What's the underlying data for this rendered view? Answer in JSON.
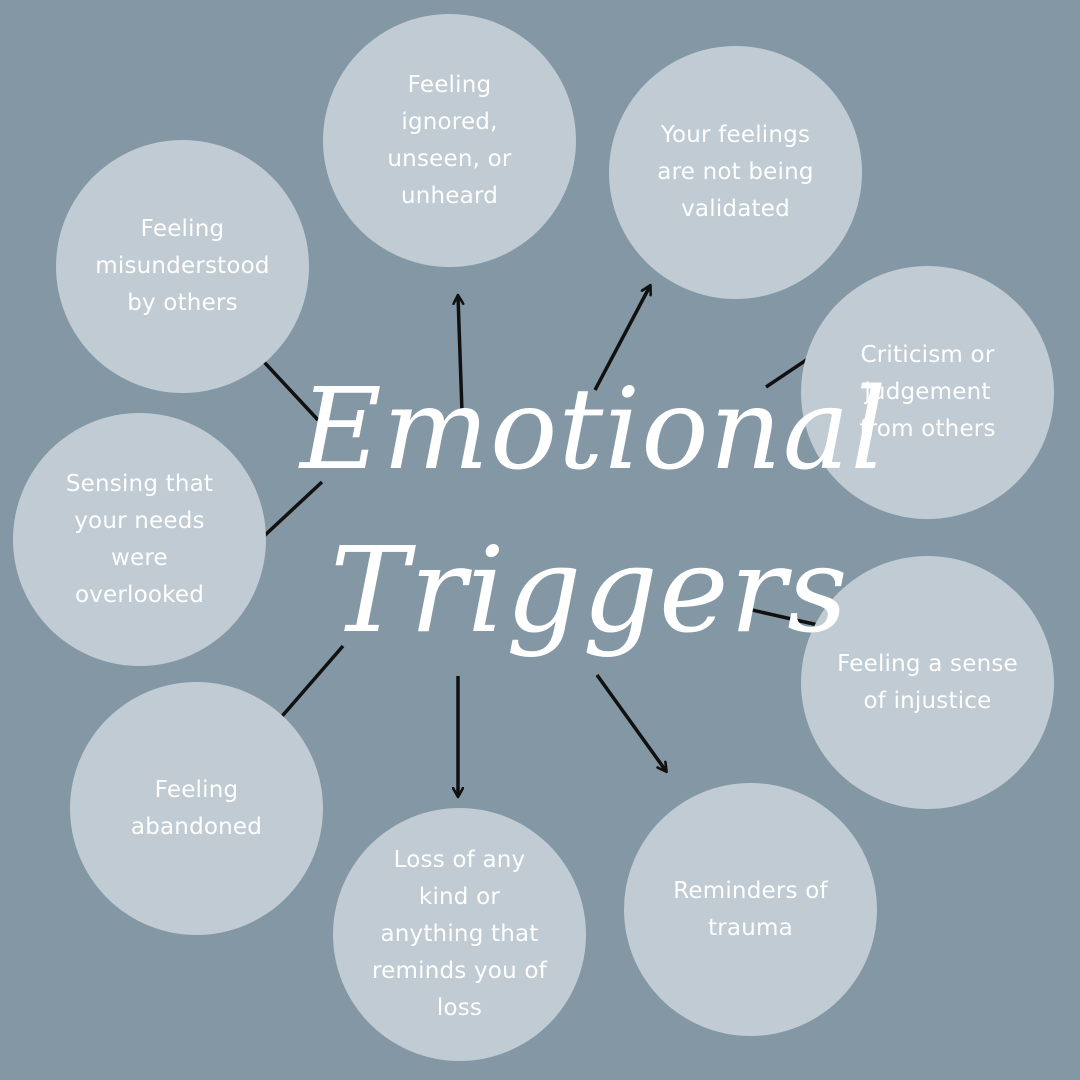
{
  "colors": {
    "background": "#8397a5",
    "bubble": "#c0cbd3",
    "text": "#ffffff",
    "arrow": "#111111"
  },
  "title": {
    "line1": "Emotional",
    "line2": "Triggers"
  },
  "triggers": [
    {
      "text": "Feeling\nignored,\nunseen, or\nunheard"
    },
    {
      "text": "Your feelings\nare not being\nvalidated"
    },
    {
      "text": "Criticism or\njudgement\nfrom others"
    },
    {
      "text": "Feeling a sense\nof injustice"
    },
    {
      "text": "Reminders of\ntrauma"
    },
    {
      "text": "Loss of any\nkind or\nanything that\nreminds you of\nloss"
    },
    {
      "text": "Feeling\nabandoned"
    },
    {
      "text": "Sensing that\nyour needs\nwere\noverlooked"
    },
    {
      "text": "Feeling\nmisunderstood\nby others"
    }
  ]
}
